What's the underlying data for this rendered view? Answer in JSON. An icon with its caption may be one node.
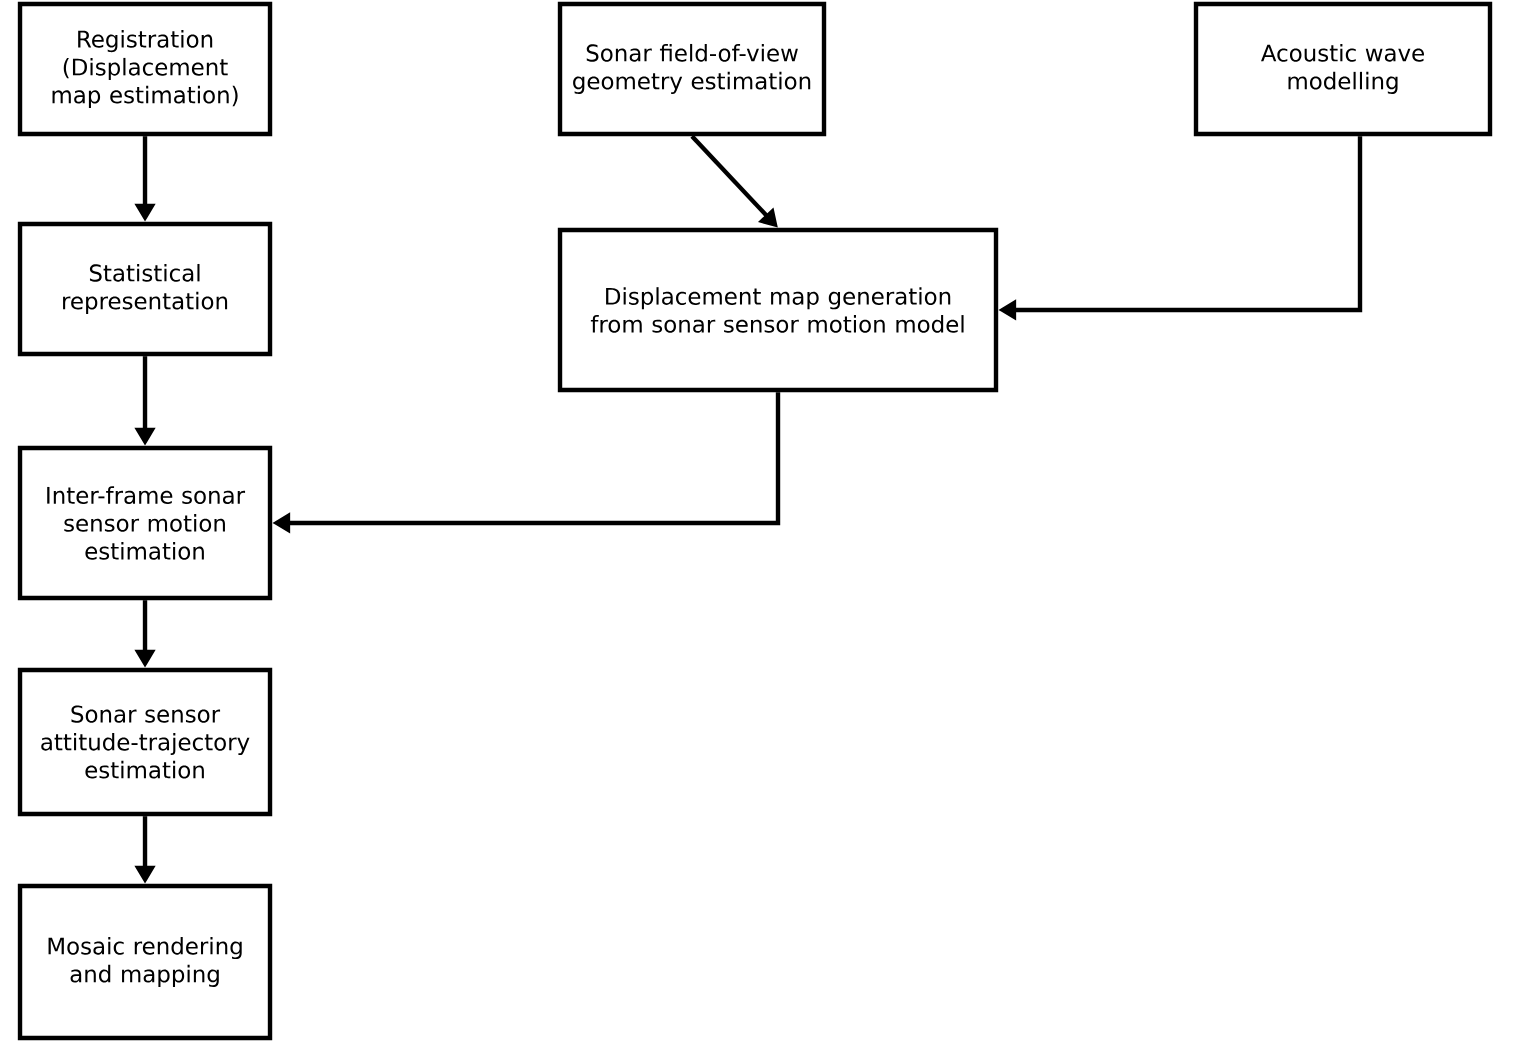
{
  "diagram": {
    "nodes": [
      {
        "text": [
          "Registration (Displacement map estimation)"
        ]
      },
      {
        "text": [
          "Statistical representation"
        ]
      },
      {
        "text": [
          "Inter-frame sonar sensor motion estimation"
        ]
      },
      {
        "text": [
          "Sonar sensor attitude-trajectory estimation"
        ]
      },
      {
        "text": [
          "Mosaic rendering and mapping"
        ]
      },
      {
        "text": [
          "Sonar field-of-view geometry estimation"
        ]
      },
      {
        "text": [
          "Displacement map generation from sonar sensor motion model"
        ]
      },
      {
        "text": [
          "Acoustic wave modelling"
        ]
      }
    ],
    "edges": [
      {
        "from": 0,
        "to": 1,
        "arrow": "to"
      },
      {
        "from": 1,
        "to": 2,
        "arrow": "to"
      },
      {
        "from": 2,
        "to": 3,
        "arrow": "to"
      },
      {
        "from": 3,
        "to": 4,
        "arrow": "to"
      },
      {
        "from": 5,
        "to": 6,
        "arrow": "to"
      },
      {
        "from": 7,
        "to": 6,
        "arrow": "to"
      },
      {
        "from": 6,
        "to": 2,
        "arrow": "to"
      }
    ]
  }
}
